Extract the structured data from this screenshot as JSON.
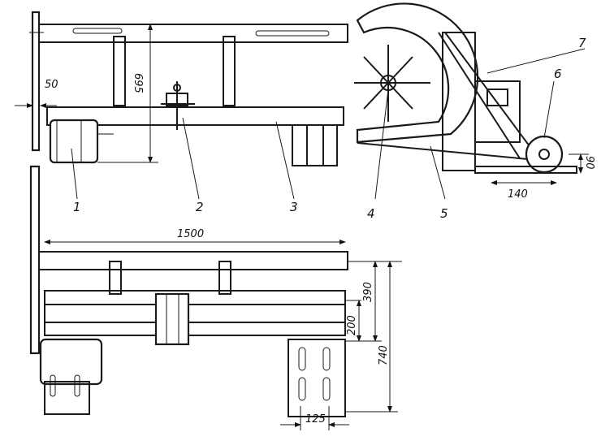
{
  "drawing": {
    "dimensions": {
      "d50": "50",
      "d695": "695",
      "d90": "90",
      "d140": "140",
      "d1500": "1500",
      "d390": "390",
      "d200": "200",
      "d740": "740",
      "d125": "125"
    },
    "callouts": {
      "c1": "1",
      "c2": "2",
      "c3": "3",
      "c4": "4",
      "c5": "5",
      "c6": "6",
      "c7": "7"
    }
  }
}
